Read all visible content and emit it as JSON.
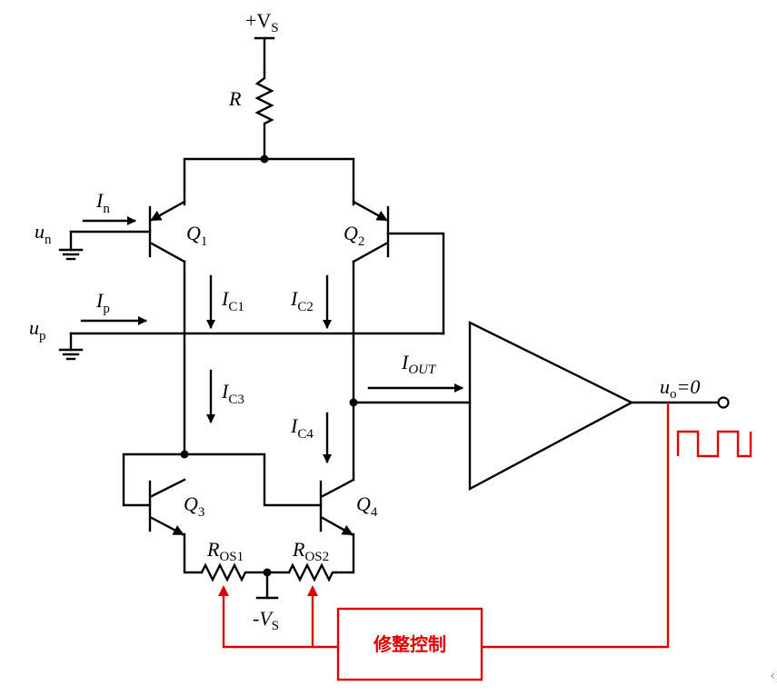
{
  "labels": {
    "vs_pos": "+V",
    "vs_pos_sub": "S",
    "vs_neg": "-V",
    "vs_neg_sub": "S",
    "r": "R",
    "in_main": "I",
    "in_sub": "n",
    "un_main": "u",
    "un_sub": "n",
    "ip_main": "I",
    "ip_sub": "p",
    "up_main": "u",
    "up_sub": "p",
    "q1_main": "Q",
    "q1_sub": "1",
    "q2_main": "Q",
    "q2_sub": "2",
    "q3_main": "Q",
    "q3_sub": "3",
    "q4_main": "Q",
    "q4_sub": "4",
    "ic1_main": "I",
    "ic1_sub": "C1",
    "ic2_main": "I",
    "ic2_sub": "C2",
    "ic3_main": "I",
    "ic3_sub": "C3",
    "ic4_main": "I",
    "ic4_sub": "C4",
    "iout": "I",
    "iout_sub": "OUT",
    "uo_main": "u",
    "uo_sub": "o",
    "uo_tail": "=0",
    "ros1_main": "R",
    "ros1_sub": "OS1",
    "ros2_main": "R",
    "ros2_sub": "OS2",
    "trim_control": "修整控制",
    "corner_mark": "‹"
  },
  "colors": {
    "wire": "#000000",
    "control": "#e00000"
  }
}
